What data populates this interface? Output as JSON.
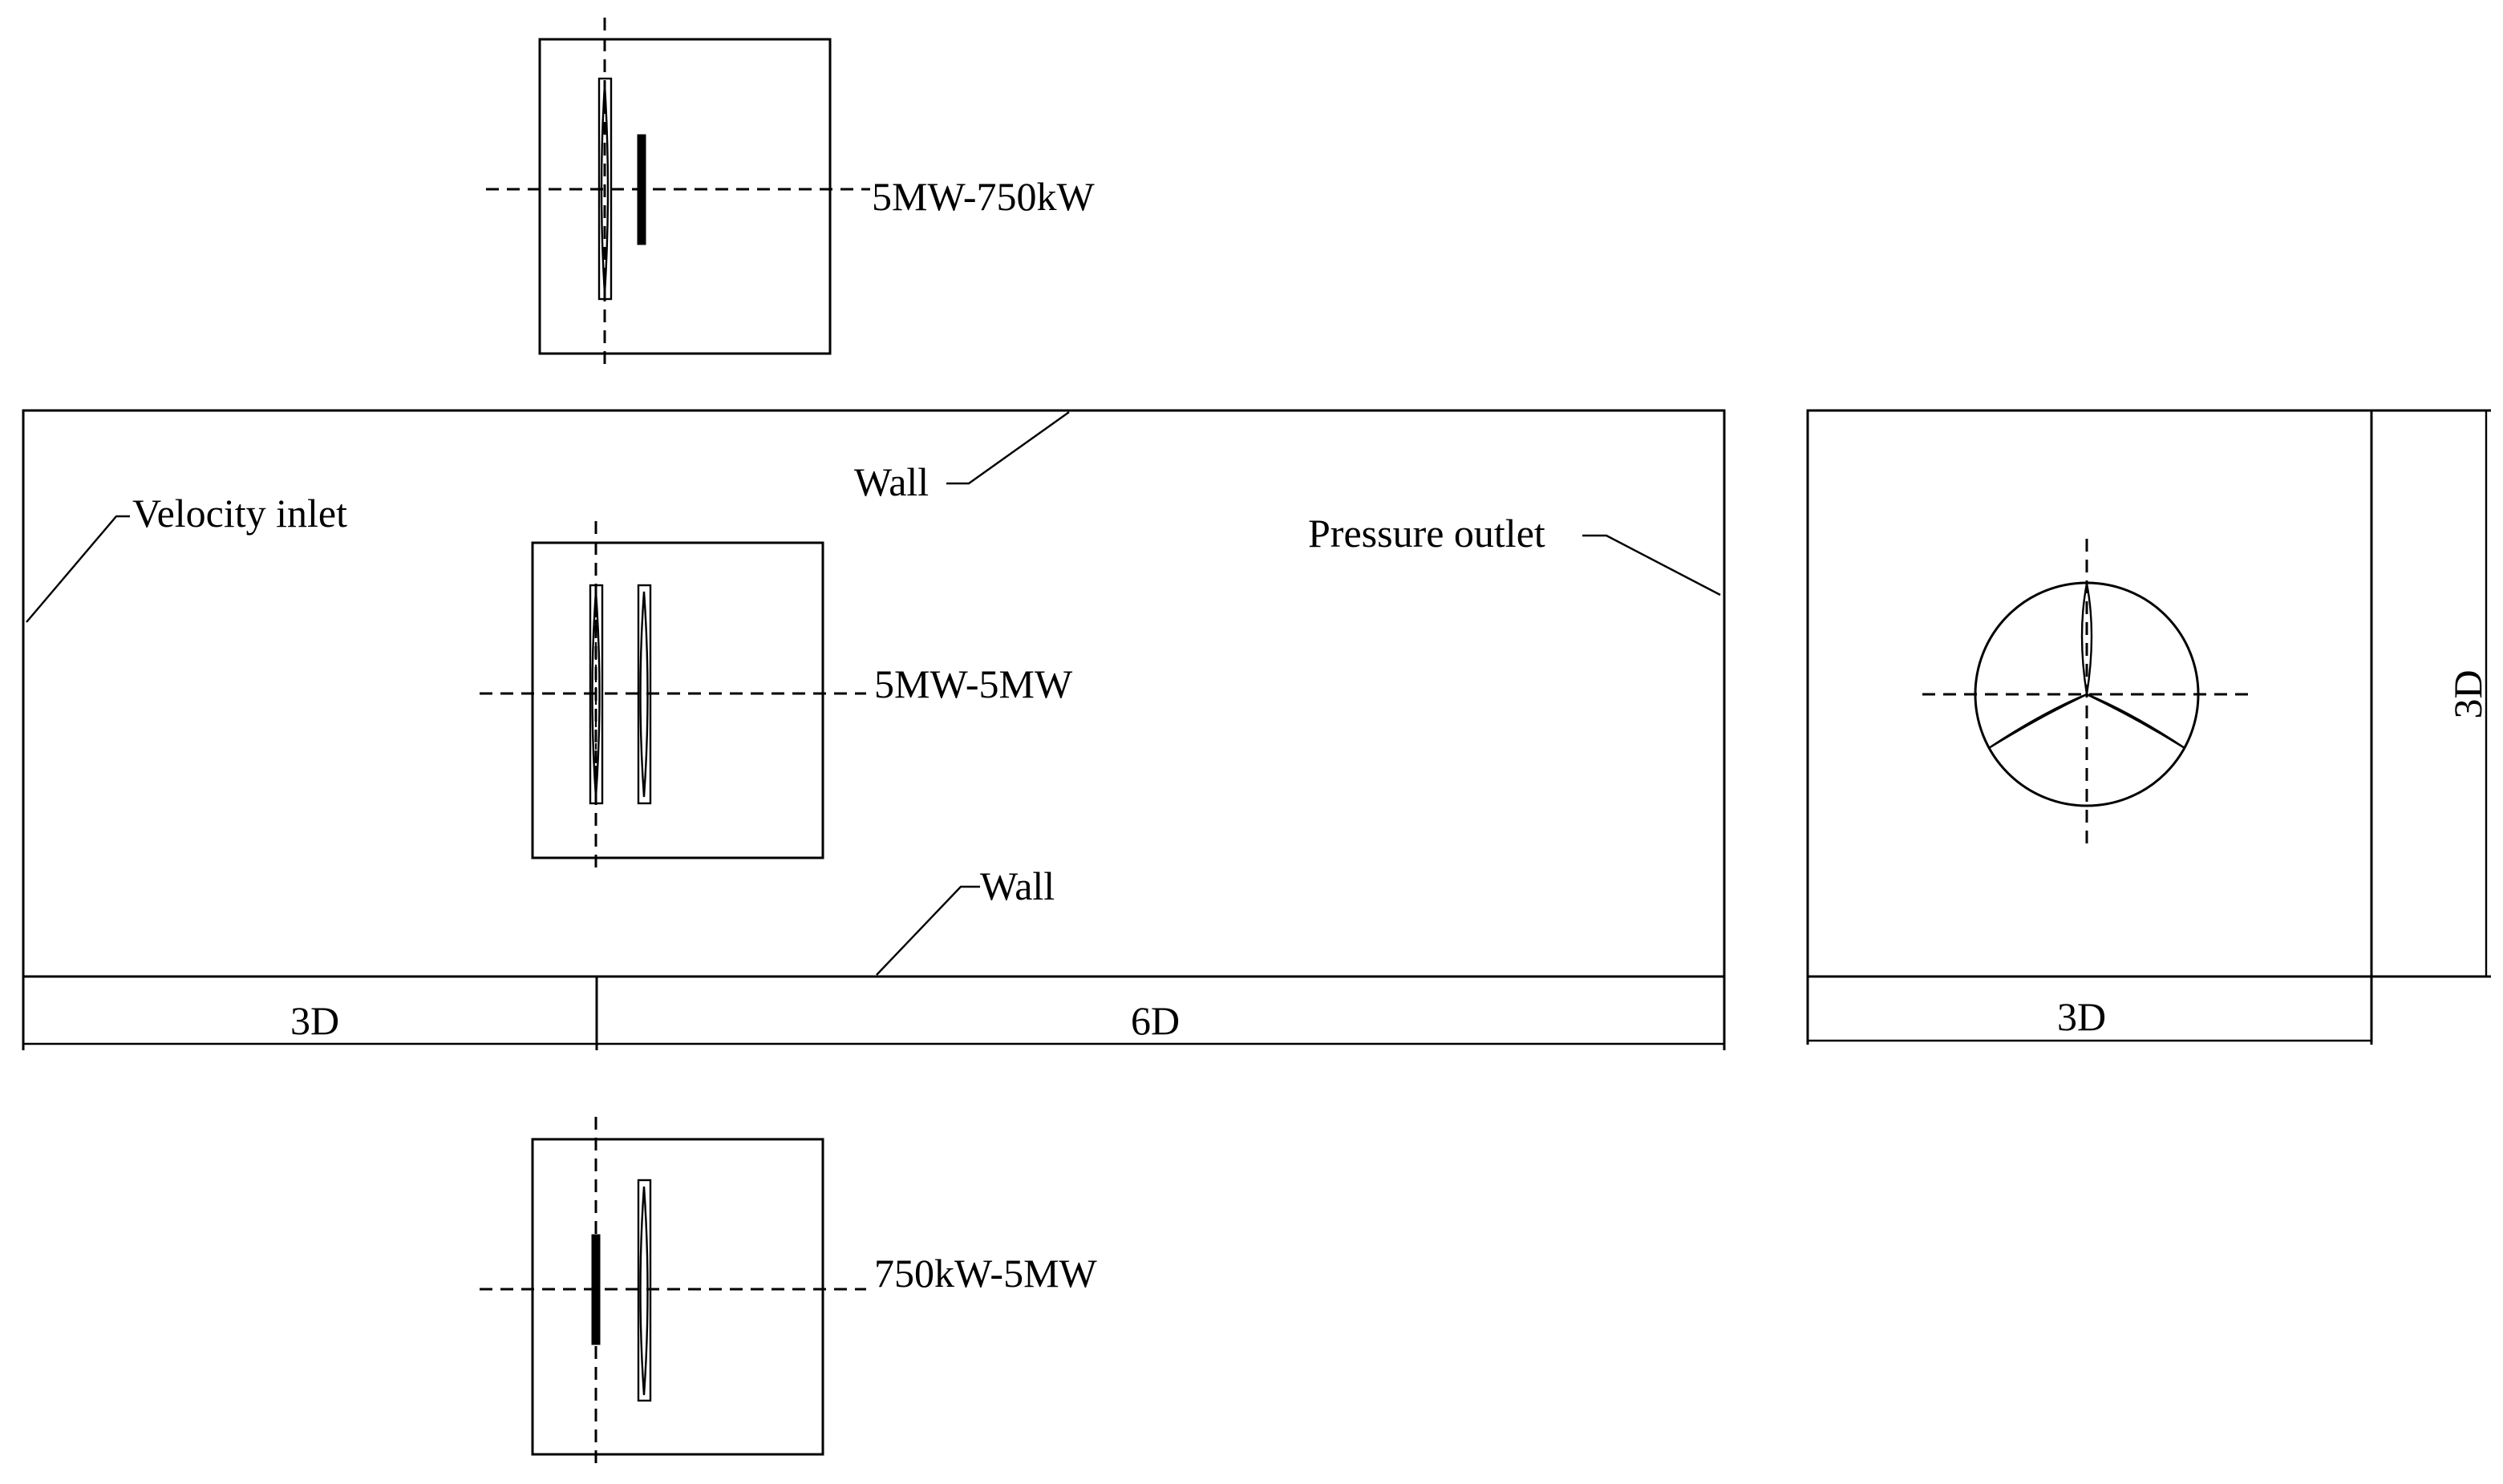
{
  "labels": {
    "config_top": "5MW-750kW",
    "config_middle": "5MW-5MW",
    "config_bottom": "750kW-5MW",
    "velocity_inlet": "Velocity inlet",
    "wall_top": "Wall",
    "wall_bottom": "Wall",
    "pressure_outlet": "Pressure outlet"
  },
  "dimensions": {
    "upstream": "3D",
    "downstream": "6D",
    "side_width": "3D",
    "side_height": "3D"
  }
}
